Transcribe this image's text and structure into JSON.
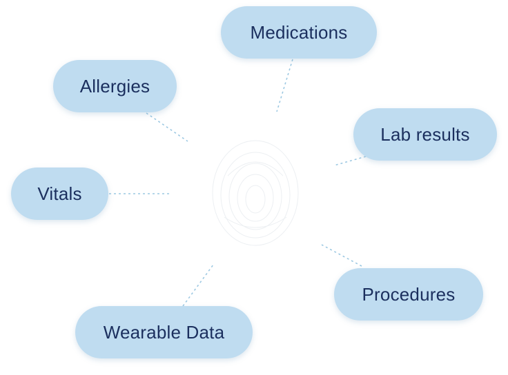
{
  "nodes": {
    "medications": "Medications",
    "allergies": "Allergies",
    "lab_results": "Lab results",
    "vitals": "Vitals",
    "procedures": "Procedures",
    "wearable_data": "Wearable Data"
  },
  "colors": {
    "node_fill": "#bfdcf0",
    "node_text": "#1b2f5e",
    "connector": "#9cc8e2"
  },
  "icons": {
    "center": "fingerprint-icon"
  }
}
